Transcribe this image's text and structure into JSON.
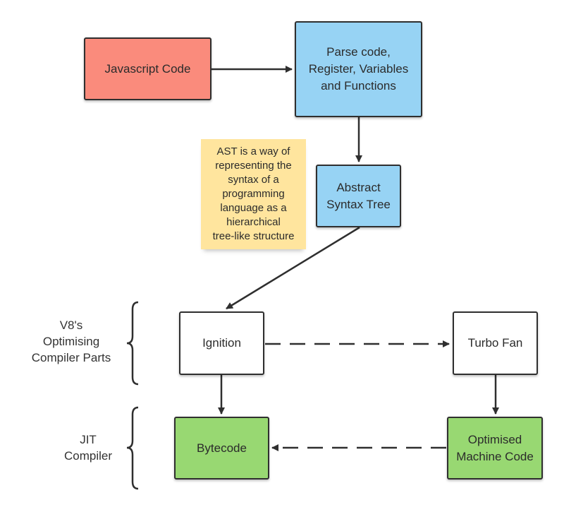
{
  "colors": {
    "code_red": "#fa8b7c",
    "parse_blue": "#97d3f4",
    "compiled_green": "#98d872",
    "note_yellow": "#ffe59e",
    "stroke": "#2f2f2f"
  },
  "nodes": {
    "javascript_code": "Javascript Code",
    "parse_code": "Parse code,\nRegister, Variables\nand Functions",
    "ast": "Abstract\nSyntax Tree",
    "ignition": "Ignition",
    "turbofan": "Turbo Fan",
    "bytecode": "Bytecode",
    "optimised_machine_code": "Optimised\nMachine Code"
  },
  "note": "AST is a way of\nrepresenting the\nsyntax of a\nprogramming\nlanguage as a\nhierarchical\ntree-like structure",
  "groups": {
    "compiler_parts": "V8's\nOptimising\nCompiler Parts",
    "jit": "JIT\nCompiler"
  },
  "edges": [
    {
      "from": "javascript_code",
      "to": "parse_code",
      "style": "solid"
    },
    {
      "from": "parse_code",
      "to": "ast",
      "style": "solid"
    },
    {
      "from": "ast",
      "to": "ignition",
      "style": "solid"
    },
    {
      "from": "ignition",
      "to": "turbofan",
      "style": "dashed"
    },
    {
      "from": "ignition",
      "to": "bytecode",
      "style": "solid"
    },
    {
      "from": "turbofan",
      "to": "optimised_machine_code",
      "style": "solid"
    },
    {
      "from": "optimised_machine_code",
      "to": "bytecode",
      "style": "dashed"
    }
  ]
}
